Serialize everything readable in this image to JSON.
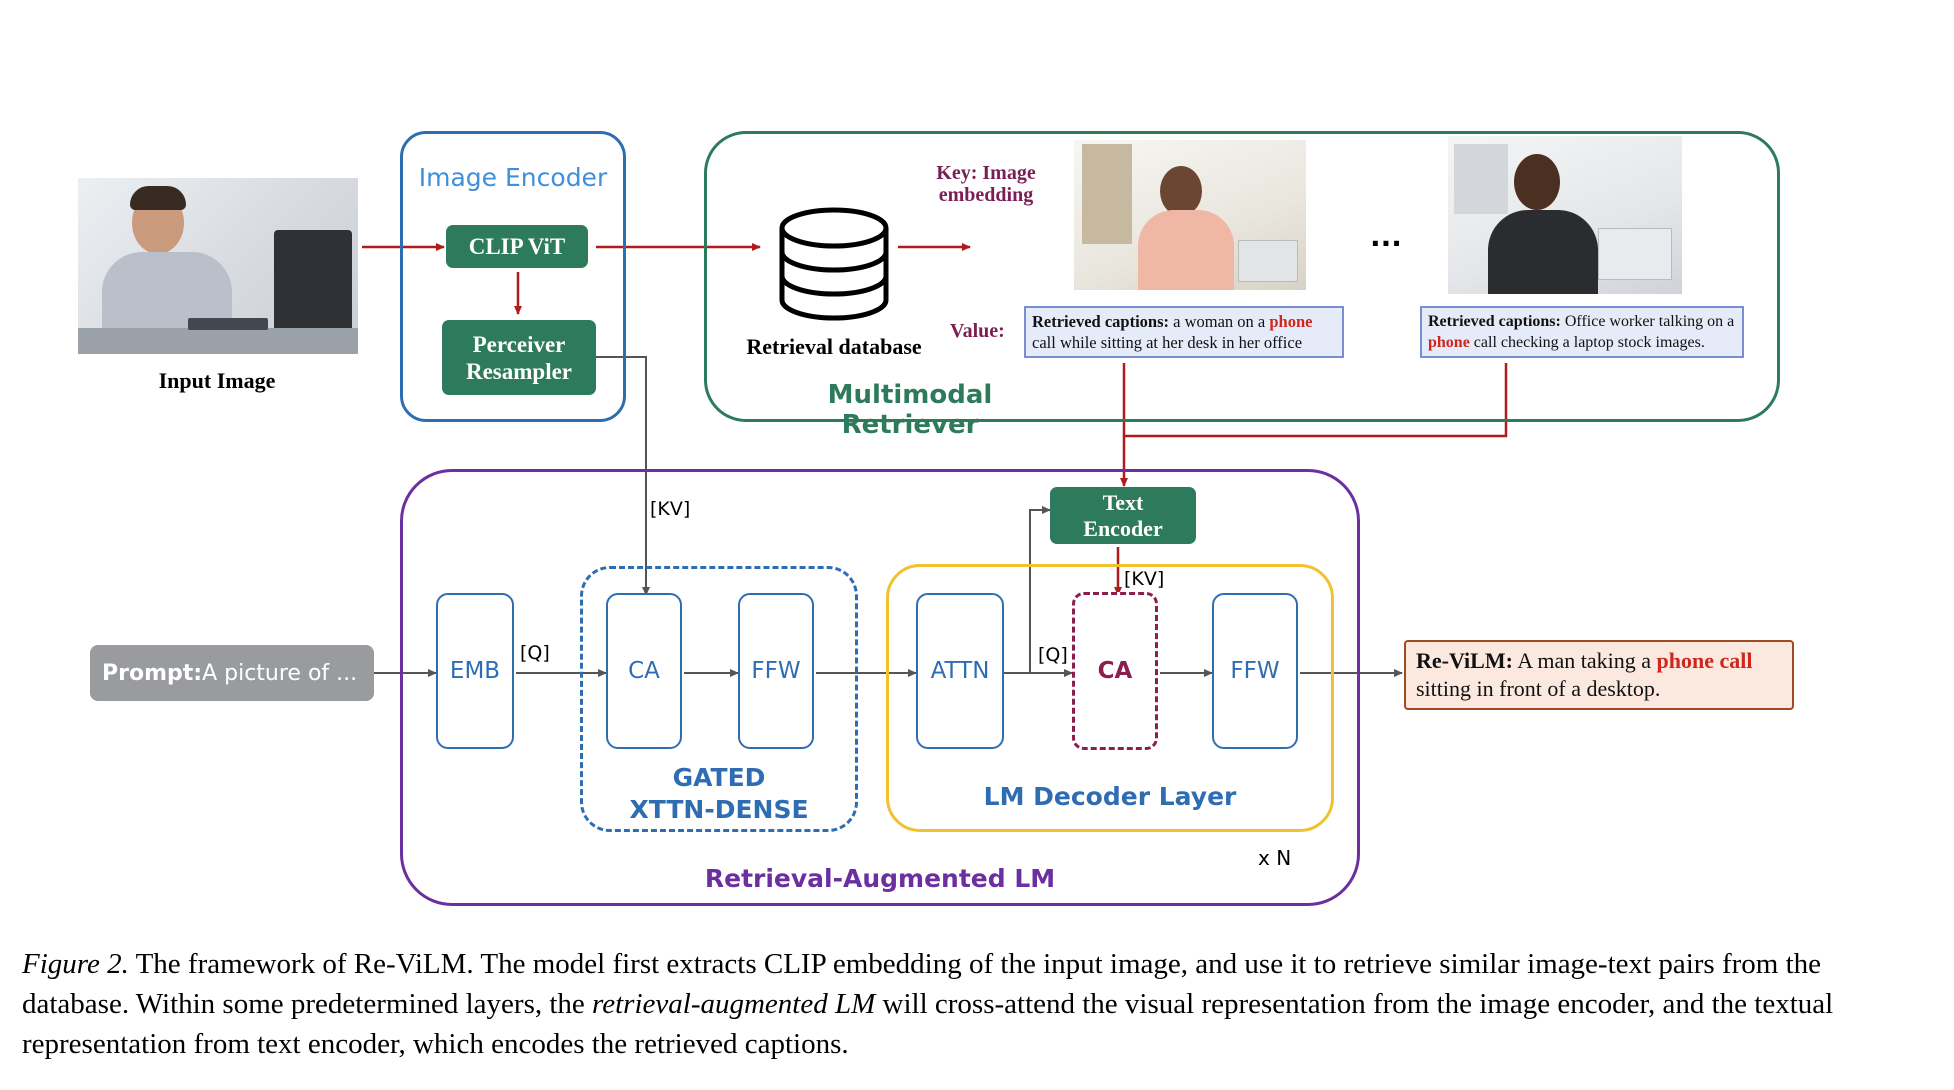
{
  "input_image_label": "Input Image",
  "image_encoder": {
    "title": "Image Encoder",
    "clip": "CLIP ViT",
    "perceiver_line1": "Perceiver",
    "perceiver_line2": "Resampler"
  },
  "retriever": {
    "title": "Multimodal Retriever",
    "database_label": "Retrieval database",
    "key_line1": "Key: Image",
    "key_line2": "embedding",
    "value_label": "Value:",
    "ellipsis": "...",
    "caption1": {
      "bold": "Retrieved captions:",
      "pre": " a woman on a ",
      "highlight": "phone",
      "post": " call while sitting at her desk in her office"
    },
    "caption2": {
      "bold": "Retrieved captions:",
      "pre": " Office worker talking on a ",
      "highlight": "phone",
      "post": " call checking a laptop stock images."
    }
  },
  "lm": {
    "title": "Retrieval-Augmented LM",
    "emb": "EMB",
    "ca1": "CA",
    "ffw1": "FFW",
    "gated_line1": "GATED",
    "gated_line2": "XTTN-DENSE",
    "attn": "ATTN",
    "ca2": "CA",
    "ffw2": "FFW",
    "decoder_title": "LM Decoder Layer",
    "repeat": "x N",
    "text_encoder_line1": "Text",
    "text_encoder_line2": "Encoder",
    "kv1": "[KV]",
    "kv2": "[KV]",
    "q1": "[Q]",
    "q2": "[Q]"
  },
  "prompt": {
    "bold": "Prompt:",
    "text": " A picture of ..."
  },
  "output": {
    "bold": "Re-ViLM:",
    "pre": " A man taking a ",
    "highlight": "phone call",
    "post": "sitting in front of a desktop."
  },
  "figure_caption": {
    "label": "Figure 2.",
    "part1": " The framework of Re-ViLM. The model first extracts CLIP embedding of the input image, and use it to retrieve similar image-text pairs from the database. Within some predetermined layers, the ",
    "italic": "retrieval-augmented LM",
    "part2": " will cross-attend the visual representation from the image encoder, and the textual representation from text encoder, which encodes the retrieved captions."
  },
  "colors": {
    "encoder_blue": "#2f6db3",
    "retriever_green": "#2e7a5c",
    "lm_purple": "#6b2fa0",
    "decoder_yellow": "#f2c12e",
    "arrow_red": "#b01c1c",
    "key_purple": "#7a1f55"
  }
}
